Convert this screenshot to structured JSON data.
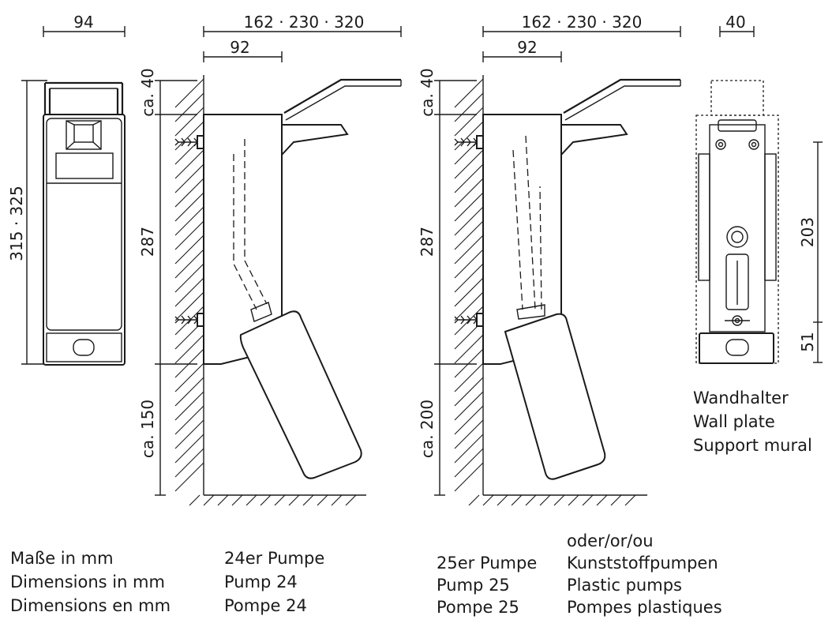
{
  "front_view": {
    "width": "94",
    "height": "315 · 325"
  },
  "side_pump24": {
    "depths": "162 · 230 ·   320",
    "pump_offset": "92",
    "top_gap": "ca. 40",
    "bracket_height": "287",
    "floor_gap": "ca. 150"
  },
  "side_pump25": {
    "depths": "162 · 230 ·   320",
    "pump_offset": "92",
    "top_gap": "ca. 40",
    "bracket_height": "287",
    "floor_gap": "ca. 200"
  },
  "wall_plate": {
    "width": "40",
    "hole_distance": "203",
    "bottom_height": "51",
    "labels": [
      "Wandhalter",
      "Wall plate",
      "Support mural"
    ]
  },
  "captions": {
    "units": [
      "Maße in mm",
      "Dimensions in mm",
      "Dimensions en mm"
    ],
    "pump24": [
      "24er Pumpe",
      "Pump 24",
      "Pompe 24"
    ],
    "pump25": [
      "25er Pumpe",
      "Pump 25",
      "Pompe 25"
    ],
    "plastic": [
      "oder/or/ou",
      "Kunststoffpumpen",
      "Plastic pumps",
      "Pompes plastiques"
    ]
  }
}
